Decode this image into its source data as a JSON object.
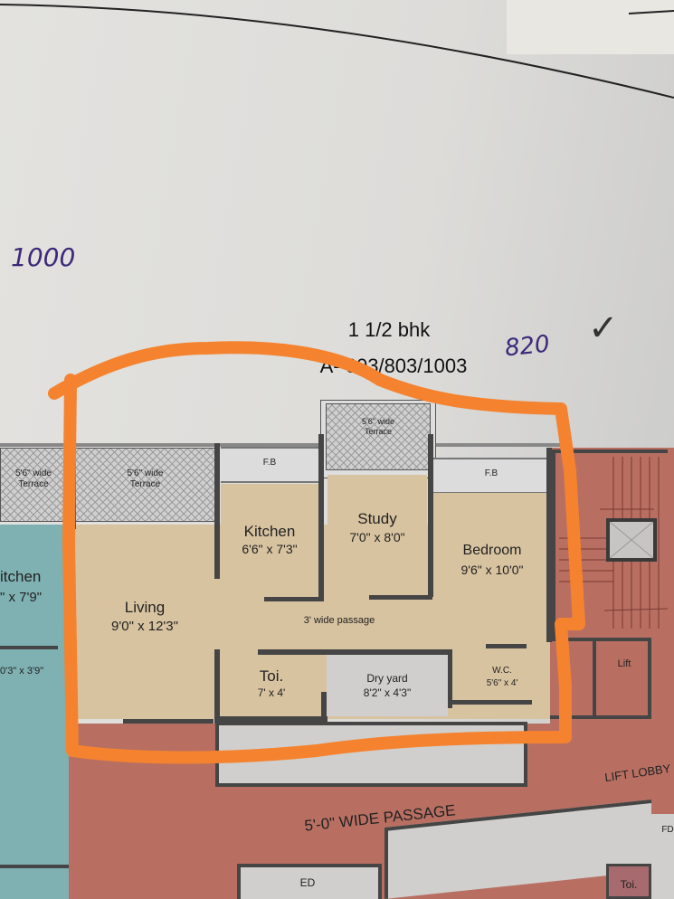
{
  "annotations": {
    "left_number": "1000",
    "right_number": "820",
    "checkmark": "✓",
    "highlight_color": "#f5822f"
  },
  "header": {
    "unit_type": "1 1/2 bhk",
    "unit_numbers": "A- 603/803/1003"
  },
  "rooms": {
    "living": {
      "name": "Living",
      "size": "9'0\" x 12'3\""
    },
    "kitchen": {
      "name": "Kitchen",
      "size": "6'6\" x 7'3\""
    },
    "study": {
      "name": "Study",
      "size": "7'0\" x 8'0\""
    },
    "bedroom": {
      "name": "Bedroom",
      "size": "9'6\" x 10'0\""
    },
    "toilet": {
      "name": "Toi.",
      "size": "7' x 4'"
    },
    "dry_yard": {
      "name": "Dry yard",
      "size": "8'2\" x 4'3\""
    },
    "wc": {
      "name": "W.C.",
      "size": "5'6\" x 4'"
    },
    "passage": {
      "label": "3' wide passage"
    },
    "terrace_left": {
      "line1": "5'6\" wide",
      "line2": "Terrace"
    },
    "terrace_study": {
      "line1": "5'6\" wide",
      "line2": "Terrace"
    },
    "fb_kitchen": "F.B",
    "fb_bedroom": "F.B"
  },
  "adjacent": {
    "terrace_neighbor": {
      "line1": "5'6\" wide",
      "line2": "Terrace"
    },
    "kitchen_neighbor": {
      "name": "itchen",
      "size": "\" x 7'9\""
    },
    "neighbor_room2": {
      "size": "0'3\" x 3'9\""
    },
    "lift": "Lift",
    "lift_lobby": "LIFT LOBBY",
    "common_passage": "5'-0\" WIDE PASSAGE",
    "ed": "ED",
    "fd": "FD",
    "toi_bottom": "Toi."
  },
  "colors": {
    "flat_floor": "#d8c3a0",
    "neighbor_flat": "#7fb0b2",
    "common_area": "#b86f62",
    "walls": "#454545"
  }
}
